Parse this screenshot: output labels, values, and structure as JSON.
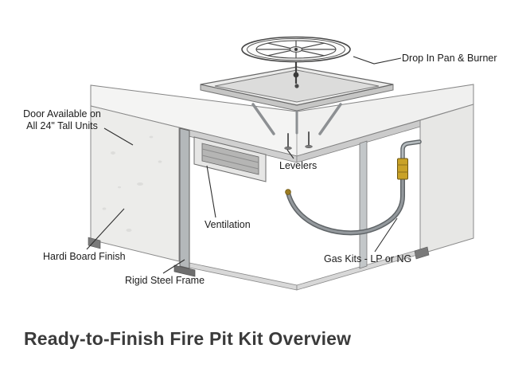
{
  "title": "Ready-to-Finish Fire Pit Kit Overview",
  "labels": {
    "drop_in_pan": "Drop In Pan & Burner",
    "door_line1": "Door Available on",
    "door_line2": "All 24\" Tall Units",
    "levelers": "Levelers",
    "ventilation": "Ventilation",
    "hardi_board": "Hardi Board Finish",
    "steel_frame": "Rigid Steel Frame",
    "gas_kits": "Gas Kits - LP or NG"
  },
  "colors": {
    "label_text": "#1b1b1b",
    "title_text": "#3b3b3b",
    "outline": "#4a4a4a",
    "panel_light": "#ececea",
    "steel_gray": "#b4b8ba",
    "brass": "#c9a227"
  }
}
